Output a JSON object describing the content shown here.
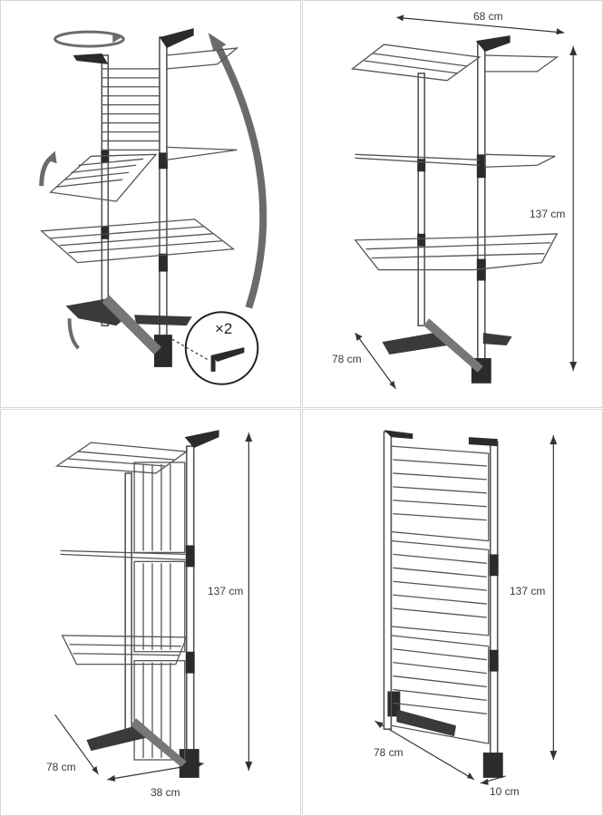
{
  "panels": [
    {
      "id": "assembly",
      "badge": "×2"
    },
    {
      "id": "open-dims",
      "width": "68 cm",
      "height": "137 cm",
      "depth": "78 cm"
    },
    {
      "id": "half-folded-dims",
      "height": "137 cm",
      "depth": "78 cm",
      "width": "38 cm"
    },
    {
      "id": "folded-dims",
      "height": "137 cm",
      "depth": "78 cm",
      "thickness": "10 cm"
    }
  ],
  "colors": {
    "frame": "#555555",
    "dark": "#2b2b2b",
    "arrow": "#6b6b6b",
    "leader": "#333333"
  }
}
